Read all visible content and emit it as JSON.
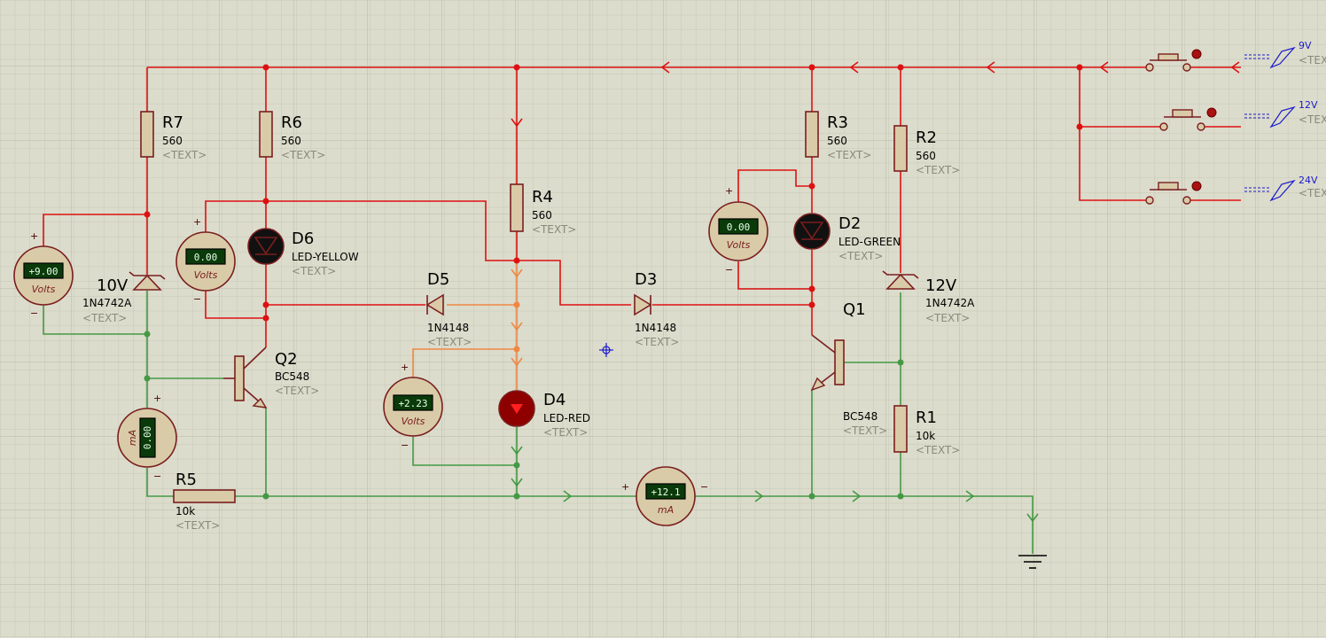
{
  "colors": {
    "background": "#dcdccc",
    "grid": "#c6c6b6",
    "wire_high": "#dd1111",
    "wire_low": "#449944",
    "wire_mid": "#ee8844",
    "component": "#7a1e1e",
    "body": "#d9cba8",
    "meter_face": "#0a3a0a",
    "text_placeholder": "#8a8a7a"
  },
  "components": {
    "r7": {
      "ref": "R7",
      "value": "560",
      "text": "<TEXT>"
    },
    "r6": {
      "ref": "R6",
      "value": "560",
      "text": "<TEXT>"
    },
    "r4": {
      "ref": "R4",
      "value": "560",
      "text": "<TEXT>"
    },
    "r3": {
      "ref": "R3",
      "value": "560",
      "text": "<TEXT>"
    },
    "r2": {
      "ref": "R2",
      "value": "560",
      "text": "<TEXT>"
    },
    "r1": {
      "ref": "R1",
      "value": "10k",
      "text": "<TEXT>"
    },
    "r5": {
      "ref": "R5",
      "value": "10k",
      "text": "<TEXT>"
    },
    "d6": {
      "ref": "D6",
      "value": "LED-YELLOW",
      "text": "<TEXT>"
    },
    "d2": {
      "ref": "D2",
      "value": "LED-GREEN",
      "text": "<TEXT>"
    },
    "d4": {
      "ref": "D4",
      "value": "LED-RED",
      "text": "<TEXT>"
    },
    "d5": {
      "ref": "D5",
      "value": "1N4148",
      "text": "<TEXT>"
    },
    "d3": {
      "ref": "D3",
      "value": "1N4148",
      "text": "<TEXT>"
    },
    "z10": {
      "ref": "10V",
      "value": "1N4742A",
      "text": "<TEXT>"
    },
    "z12": {
      "ref": "12V",
      "value": "1N4742A",
      "text": "<TEXT>"
    },
    "q2": {
      "ref": "Q2",
      "value": "BC548",
      "text": "<TEXT>"
    },
    "q1": {
      "ref": "Q1",
      "value": "BC548",
      "text": "<TEXT>"
    }
  },
  "meters": {
    "vm_left": {
      "reading": "+9.00",
      "unit": "Volts",
      "plus": "+",
      "minus": "−"
    },
    "vm_d6": {
      "reading": "0.00",
      "unit": "Volts",
      "plus": "+",
      "minus": "−"
    },
    "vm_d4": {
      "reading": "+2.23",
      "unit": "Volts",
      "plus": "+",
      "minus": "−"
    },
    "vm_d2": {
      "reading": "0.00",
      "unit": "Volts",
      "plus": "+",
      "minus": "−"
    },
    "am_left": {
      "reading": "0.00",
      "unit": "mA",
      "plus": "+",
      "minus": "−"
    },
    "am_bottom": {
      "reading": "+12.1",
      "unit": "mA",
      "plus": "+",
      "minus": "−"
    }
  },
  "ports": [
    {
      "label": "9V",
      "text": "<TEXT>"
    },
    {
      "label": "12V",
      "text": "<TEXT>"
    },
    {
      "label": "24V",
      "text": "<TEXT>"
    }
  ]
}
